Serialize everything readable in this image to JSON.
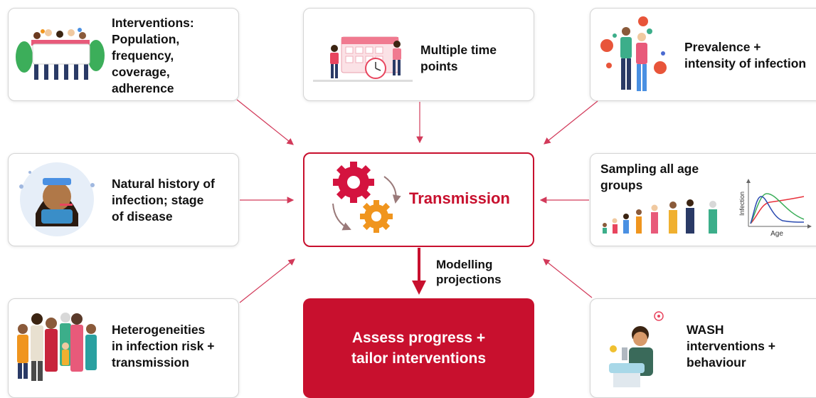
{
  "boxes": {
    "interventions": "Interventions:\nPopulation,\nfrequency,\ncoverage,\nadherence",
    "time_points": "Multiple time\npoints",
    "prevalence": "Prevalence +\nintensity of infection",
    "natural_history": "Natural history of\ninfection; stage\nof disease",
    "sampling": "Sampling all age\ngroups",
    "heterogeneities": "Heterogeneities\nin infection risk +\ntransmission",
    "wash": "WASH\ninterventions +\nbehaviour"
  },
  "center": {
    "label": "Transmission"
  },
  "arrow_label": "Modelling\nprojections",
  "outcome": {
    "label": "Assess progress +\ntailor interventions"
  },
  "mini_chart": {
    "ylabel": "Infection",
    "xlabel": "Age"
  },
  "colors": {
    "accent": "#c8102e",
    "gear_red": "#d4133f",
    "gear_orange": "#f0951e",
    "arrow": "#d23a5a"
  }
}
